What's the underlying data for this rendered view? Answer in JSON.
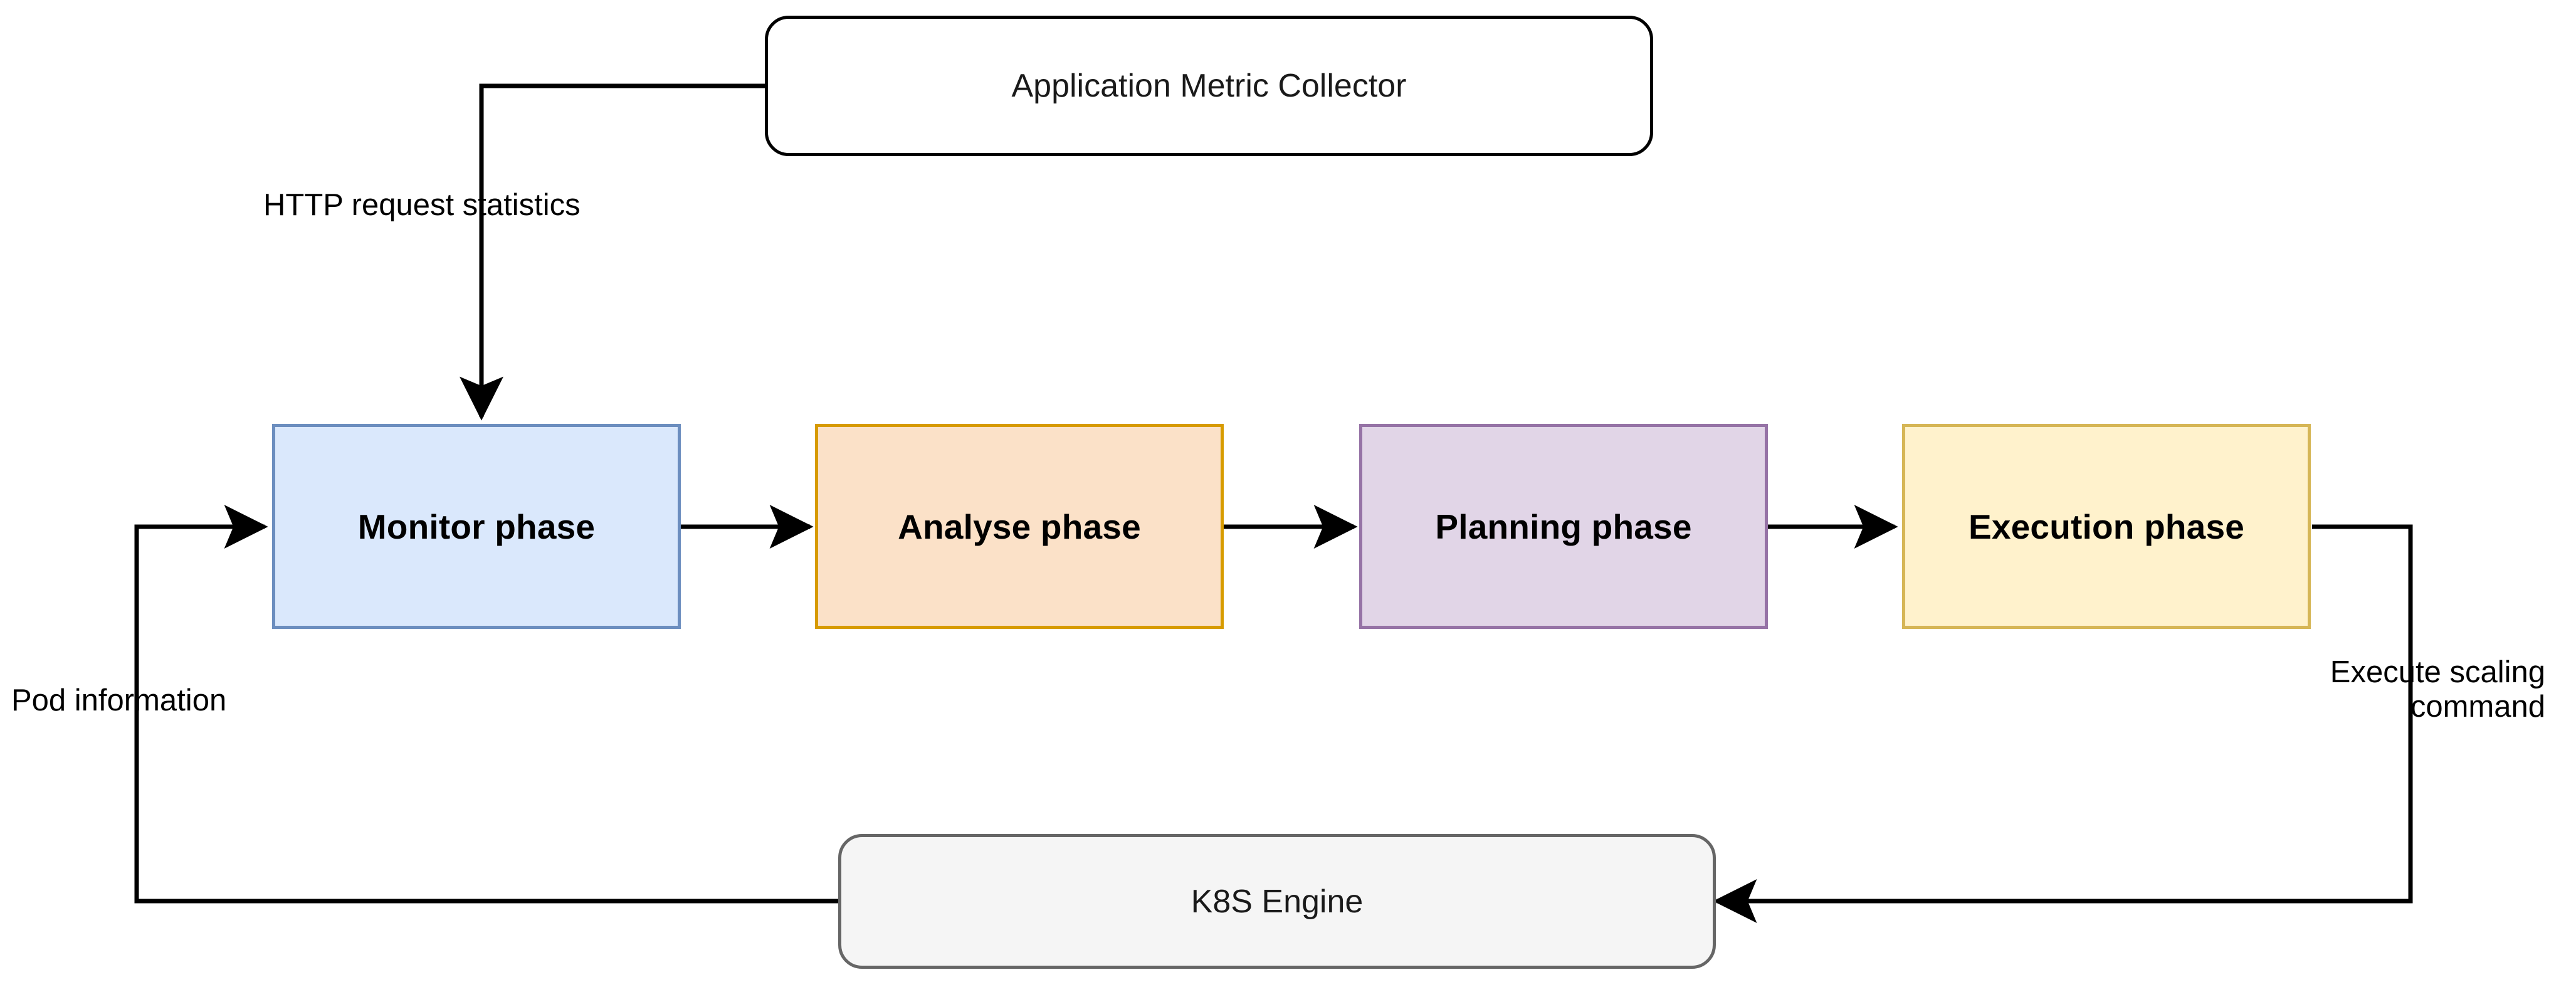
{
  "diagram": {
    "title": "MAPE-K autoscaling loop",
    "background": "#ffffff",
    "edge_color": "#000000"
  },
  "nodes": {
    "collector": {
      "label": "Application Metric Collector",
      "shape": "rounded-rectangle",
      "fill": "#ffffff",
      "border": "#000000"
    },
    "monitor": {
      "label": "Monitor phase",
      "shape": "rectangle",
      "fill": "#dae8fc",
      "border": "#6c8ebf"
    },
    "analyse": {
      "label": "Analyse phase",
      "shape": "rectangle",
      "fill": "#fbe1c8",
      "border": "#d79b00"
    },
    "planning": {
      "label": "Planning phase",
      "shape": "rectangle",
      "fill": "#e1d5e7",
      "border": "#9673a6"
    },
    "execution": {
      "label": "Execution phase",
      "shape": "rectangle",
      "fill": "#fff2cc",
      "border": "#d6b656"
    },
    "k8s": {
      "label": "K8S Engine",
      "shape": "rounded-rectangle",
      "fill": "#f5f5f5",
      "border": "#666666"
    }
  },
  "edges": {
    "http_stats": {
      "label": "HTTP request statistics",
      "from": "collector",
      "to": "monitor"
    },
    "monitor_to_analyse": {
      "label": "",
      "from": "monitor",
      "to": "analyse"
    },
    "analyse_to_planning": {
      "label": "",
      "from": "analyse",
      "to": "planning"
    },
    "planning_to_execution": {
      "label": "",
      "from": "planning",
      "to": "execution"
    },
    "execute_scaling": {
      "label": "Execute scaling\ncommand",
      "from": "execution",
      "to": "k8s"
    },
    "pod_information": {
      "label": "Pod information",
      "from": "k8s",
      "to": "monitor"
    }
  }
}
